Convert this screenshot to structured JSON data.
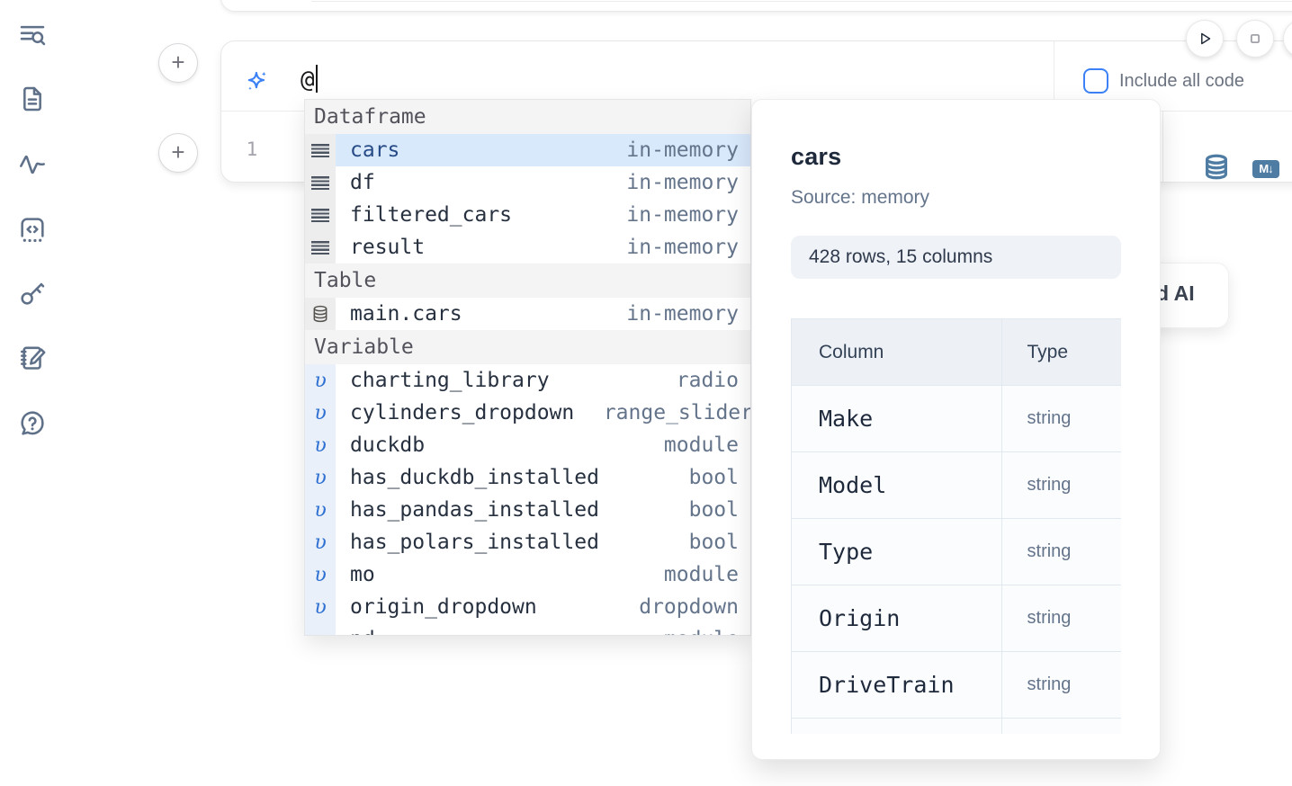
{
  "sidebar": {
    "items": [
      {
        "icon": "search-logs-icon"
      },
      {
        "icon": "document-icon"
      },
      {
        "icon": "activity-icon"
      },
      {
        "icon": "code-snippet-icon"
      },
      {
        "icon": "key-icon"
      },
      {
        "icon": "scratchpad-icon"
      },
      {
        "icon": "help-chat-icon"
      }
    ]
  },
  "cell": {
    "prompt_value": "@",
    "include_all_code_label": "Include all code",
    "include_all_code_checked": false,
    "line_number": "1",
    "markdown_badge": "M↓"
  },
  "autocomplete": {
    "sections": [
      {
        "label": "Dataframe",
        "items": [
          {
            "name": "cars",
            "type": "in-memory",
            "selected": true
          },
          {
            "name": "df",
            "type": "in-memory"
          },
          {
            "name": "filtered_cars",
            "type": "in-memory"
          },
          {
            "name": "result",
            "type": "in-memory"
          }
        ]
      },
      {
        "label": "Table",
        "items": [
          {
            "name": "main.cars",
            "type": "in-memory"
          }
        ]
      },
      {
        "label": "Variable",
        "items": [
          {
            "name": "charting_library",
            "type": "radio"
          },
          {
            "name": "cylinders_dropdown",
            "type": "range_slider"
          },
          {
            "name": "duckdb",
            "type": "module"
          },
          {
            "name": "has_duckdb_installed",
            "type": "bool"
          },
          {
            "name": "has_pandas_installed",
            "type": "bool"
          },
          {
            "name": "has_polars_installed",
            "type": "bool"
          },
          {
            "name": "mo",
            "type": "module"
          },
          {
            "name": "origin_dropdown",
            "type": "dropdown"
          },
          {
            "name": "pd",
            "type": "module"
          }
        ]
      }
    ]
  },
  "preview_panel": {
    "title": "cars",
    "source": "Source: memory",
    "shape_badge": "428 rows, 15 columns",
    "table": {
      "headers": [
        "Column",
        "Type"
      ],
      "rows": [
        [
          "Make",
          "string"
        ],
        [
          "Model",
          "string"
        ],
        [
          "Type",
          "string"
        ],
        [
          "Origin",
          "string"
        ],
        [
          "DriveTrain",
          "string"
        ]
      ]
    }
  },
  "ai_card": {
    "visible_text": "d AI"
  },
  "colors": {
    "accent_blue": "#3c82f6",
    "steel_blue": "#4e7ca3",
    "selected_row_bg": "#d9e9fc",
    "sidebar_icon": "#5f7089"
  }
}
